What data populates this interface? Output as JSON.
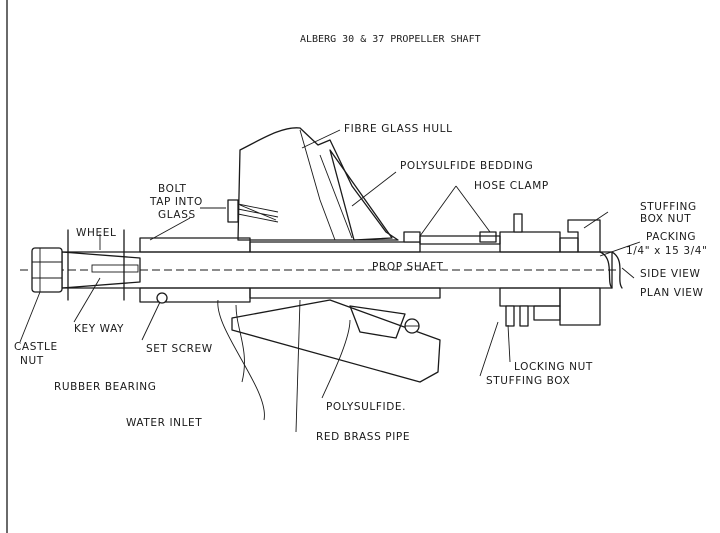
{
  "title": "ALBERG 30 & 37 PROPELLER SHAFT",
  "labels": {
    "fibre_glass_hull": "FIBRE GLASS HULL",
    "polysulfide_bedding": "POLYSULFIDE BEDDING",
    "hose_clamp": "HOSE CLAMP",
    "stuffing_box_nut_1": "STUFFING",
    "stuffing_box_nut_2": "BOX NUT",
    "bolt_1": "BOLT",
    "bolt_2": "TAP INTO",
    "bolt_3": "GLASS",
    "wheel": "WHEEL",
    "packing_1": "PACKING",
    "packing_2": "1/4\" x 15 3/4\"",
    "prop_shaft": "PROP SHAFT",
    "side_view": "SIDE VIEW",
    "plan_view": "PLAN VIEW",
    "castle_nut_1": "CASTLE",
    "castle_nut_2": "NUT",
    "key_way": "KEY WAY",
    "set_screw": "SET SCREW",
    "rubber_bearing": "RUBBER BEARING",
    "water_inlet": "WATER INLET",
    "polysulfide": "POLYSULFIDE.",
    "red_brass_pipe": "RED BRASS PIPE",
    "locking_nut": "LOCKING NUT",
    "stuffing_box": "STUFFING BOX"
  }
}
